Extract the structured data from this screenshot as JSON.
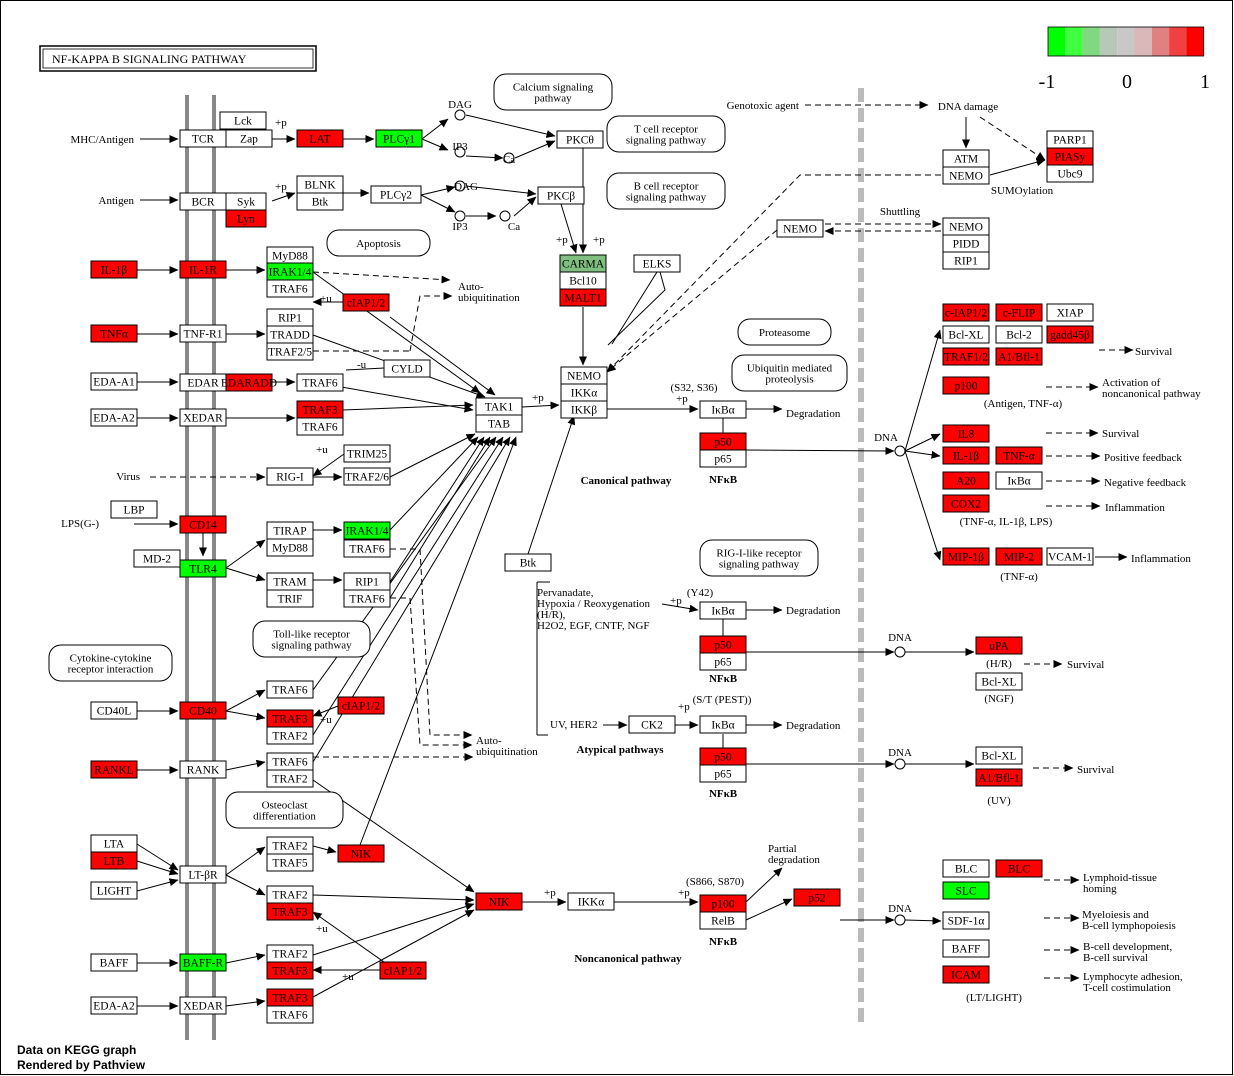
{
  "title": "NF-KAPPA B SIGNALING PATHWAY",
  "legend": {
    "labels": [
      "-1",
      "0",
      "1"
    ],
    "colors": [
      "#00ff00",
      "#40ff40",
      "#80d880",
      "#b8c8b8",
      "#c8c8c8",
      "#d8b8b8",
      "#e08080",
      "#f04040",
      "#ff0000"
    ]
  },
  "footer": {
    "line1": "Data on KEGG graph",
    "line2": "Rendered by Pathview"
  },
  "colors": {
    "up": "#ff0000",
    "down": "#00ff00",
    "weak_down": "#7fbf7f",
    "neutral": "#ffffff",
    "membrane": "#888888",
    "nucleus": "#bbbbbb"
  },
  "boxes": {
    "lck": {
      "label": "Lck",
      "c": "neutral"
    },
    "tcr": {
      "label": "TCR",
      "c": "neutral"
    },
    "zap": {
      "label": "Zap",
      "c": "neutral"
    },
    "lat": {
      "label": "LAT",
      "c": "up"
    },
    "plcg1": {
      "label": "PLCγ1",
      "c": "down"
    },
    "pkct": {
      "label": "PKCθ",
      "c": "neutral"
    },
    "bcr": {
      "label": "BCR",
      "c": "neutral"
    },
    "syk": {
      "label": "Syk",
      "c": "neutral"
    },
    "lyn": {
      "label": "Lyn",
      "c": "up"
    },
    "blnk": {
      "label": "BLNK",
      "c": "neutral"
    },
    "btk1": {
      "label": "Btk",
      "c": "neutral"
    },
    "plcg2": {
      "label": "PLCγ2",
      "c": "neutral"
    },
    "pkcb": {
      "label": "PKCβ",
      "c": "neutral"
    },
    "carma": {
      "label": "CARMA",
      "c": "weak_down"
    },
    "bcl10": {
      "label": "Bcl10",
      "c": "neutral"
    },
    "malt1": {
      "label": "MALT1",
      "c": "up"
    },
    "elks": {
      "label": "ELKS",
      "c": "neutral"
    },
    "il1b_l": {
      "label": "IL-1β",
      "c": "up"
    },
    "il1r": {
      "label": "IL-1R",
      "c": "up"
    },
    "myd88_a": {
      "label": "MyD88",
      "c": "neutral"
    },
    "irak14_a": {
      "label": "IRAK1/4",
      "c": "down"
    },
    "traf6_a": {
      "label": "TRAF6",
      "c": "neutral"
    },
    "ciap12_a": {
      "label": "cIAP1/2",
      "c": "up"
    },
    "tnfa_l": {
      "label": "TNFα",
      "c": "up"
    },
    "tnfr1": {
      "label": "TNF-R1",
      "c": "neutral"
    },
    "rip1_a": {
      "label": "RIP1",
      "c": "neutral"
    },
    "tradd": {
      "label": "TRADD",
      "c": "neutral"
    },
    "traf25": {
      "label": "TRAF2/5",
      "c": "neutral"
    },
    "edaa1": {
      "label": "EDA-A1",
      "c": "neutral"
    },
    "edar": {
      "label": "EDAR",
      "c": "neutral"
    },
    "edaradd": {
      "label": "EDARADD",
      "c": "up"
    },
    "traf6_b": {
      "label": "TRAF6",
      "c": "neutral"
    },
    "cyld": {
      "label": "CYLD",
      "c": "neutral"
    },
    "edaa2_a": {
      "label": "EDA-A2",
      "c": "neutral"
    },
    "xedar_a": {
      "label": "XEDAR",
      "c": "neutral"
    },
    "traf3_a": {
      "label": "TRAF3",
      "c": "up"
    },
    "traf6_c": {
      "label": "TRAF6",
      "c": "neutral"
    },
    "tak1": {
      "label": "TAK1",
      "c": "neutral"
    },
    "tab": {
      "label": "TAB",
      "c": "neutral"
    },
    "trim25": {
      "label": "TRIM25",
      "c": "neutral"
    },
    "rigi": {
      "label": "RIG-I",
      "c": "neutral"
    },
    "traf26": {
      "label": "TRAF2/6",
      "c": "neutral"
    },
    "lbp": {
      "label": "LBP",
      "c": "neutral"
    },
    "cd14": {
      "label": "CD14",
      "c": "up"
    },
    "md2": {
      "label": "MD-2",
      "c": "neutral"
    },
    "tlr4": {
      "label": "TLR4",
      "c": "down"
    },
    "tirap": {
      "label": "TIRAP",
      "c": "neutral"
    },
    "myd88_b": {
      "label": "MyD88",
      "c": "neutral"
    },
    "irak14_b": {
      "label": "IRAK1/4",
      "c": "down"
    },
    "traf6_d": {
      "label": "TRAF6",
      "c": "neutral"
    },
    "tram": {
      "label": "TRAM",
      "c": "neutral"
    },
    "trif": {
      "label": "TRIF",
      "c": "neutral"
    },
    "rip1_b": {
      "label": "RIP1",
      "c": "neutral"
    },
    "traf6_e": {
      "label": "TRAF6",
      "c": "neutral"
    },
    "cd40l": {
      "label": "CD40L",
      "c": "neutral"
    },
    "cd40": {
      "label": "CD40",
      "c": "up"
    },
    "traf6_f": {
      "label": "TRAF6",
      "c": "neutral"
    },
    "traf3_b": {
      "label": "TRAF3",
      "c": "up"
    },
    "traf2_a": {
      "label": "TRAF2",
      "c": "neutral"
    },
    "ciap12_b": {
      "label": "cIAP1/2",
      "c": "up"
    },
    "rankl": {
      "label": "RANKL",
      "c": "up"
    },
    "rank": {
      "label": "RANK",
      "c": "neutral"
    },
    "traf6_g": {
      "label": "TRAF6",
      "c": "neutral"
    },
    "traf2_b": {
      "label": "TRAF2",
      "c": "neutral"
    },
    "lta": {
      "label": "LTA",
      "c": "neutral"
    },
    "ltb": {
      "label": "LTB",
      "c": "up"
    },
    "light": {
      "label": "LIGHT",
      "c": "neutral"
    },
    "ltbr": {
      "label": "LT-βR",
      "c": "neutral"
    },
    "traf2_c": {
      "label": "TRAF2",
      "c": "neutral"
    },
    "traf5": {
      "label": "TRAF5",
      "c": "neutral"
    },
    "traf2_d": {
      "label": "TRAF2",
      "c": "neutral"
    },
    "traf3_c": {
      "label": "TRAF3",
      "c": "up"
    },
    "nik_a": {
      "label": "NIK",
      "c": "up"
    },
    "baff_l": {
      "label": "BAFF",
      "c": "neutral"
    },
    "baffr": {
      "label": "BAFF-R",
      "c": "down"
    },
    "traf2_e": {
      "label": "TRAF2",
      "c": "neutral"
    },
    "traf3_d": {
      "label": "TRAF3",
      "c": "up"
    },
    "ciap12_c": {
      "label": "cIAP1/2",
      "c": "up"
    },
    "edaa2_b": {
      "label": "EDA-A2",
      "c": "neutral"
    },
    "xedar_b": {
      "label": "XEDAR",
      "c": "neutral"
    },
    "traf3_e": {
      "label": "TRAF3",
      "c": "up"
    },
    "traf6_h": {
      "label": "TRAF6",
      "c": "neutral"
    },
    "nik_b": {
      "label": "NIK",
      "c": "up"
    },
    "ikka": {
      "label": "IKKα",
      "c": "neutral"
    },
    "p100_a": {
      "label": "p100",
      "c": "up"
    },
    "relb": {
      "label": "RelB",
      "c": "neutral"
    },
    "p52": {
      "label": "p52",
      "c": "up"
    },
    "nemo_c": {
      "label": "NEMO",
      "c": "neutral"
    },
    "ikka_c": {
      "label": "IKKα",
      "c": "neutral"
    },
    "ikkb_c": {
      "label": "IKKβ",
      "c": "neutral"
    },
    "ikba_1": {
      "label": "IκBα",
      "c": "neutral"
    },
    "p50_1": {
      "label": "p50",
      "c": "up"
    },
    "p65_1": {
      "label": "p65",
      "c": "neutral"
    },
    "btk2": {
      "label": "Btk",
      "c": "neutral"
    },
    "ikba_2": {
      "label": "IκBα",
      "c": "neutral"
    },
    "p50_2": {
      "label": "p50",
      "c": "up"
    },
    "p65_2": {
      "label": "p65",
      "c": "neutral"
    },
    "ck2": {
      "label": "CK2",
      "c": "neutral"
    },
    "ikba_3": {
      "label": "IκBα",
      "c": "neutral"
    },
    "p50_3": {
      "label": "p50",
      "c": "up"
    },
    "p65_3": {
      "label": "p65",
      "c": "neutral"
    },
    "nemo_m": {
      "label": "NEMO",
      "c": "neutral"
    },
    "atm": {
      "label": "ATM",
      "c": "neutral"
    },
    "nemo_n": {
      "label": "NEMO",
      "c": "neutral"
    },
    "parp1": {
      "label": "PARP1",
      "c": "neutral"
    },
    "piasy": {
      "label": "PIASy",
      "c": "up"
    },
    "ubc9": {
      "label": "Ubc9",
      "c": "neutral"
    },
    "nemo_s": {
      "label": "NEMO",
      "c": "neutral"
    },
    "pidd": {
      "label": "PIDD",
      "c": "neutral"
    },
    "rip1_s": {
      "label": "RIP1",
      "c": "neutral"
    },
    "ciap12_t": {
      "label": "c-IAP1/2",
      "c": "up"
    },
    "cflip": {
      "label": "c-FLIP",
      "c": "up"
    },
    "xiap": {
      "label": "XIAP",
      "c": "neutral"
    },
    "bclxl_t": {
      "label": "Bcl-XL",
      "c": "neutral"
    },
    "bcl2": {
      "label": "Bcl-2",
      "c": "neutral"
    },
    "gadd45b": {
      "label": "gadd45β",
      "c": "up"
    },
    "traf12": {
      "label": "TRAF1/2",
      "c": "up"
    },
    "a1bfl1_a": {
      "label": "A1/Bfl-1",
      "c": "up"
    },
    "p100_t": {
      "label": "p100",
      "c": "up"
    },
    "il8": {
      "label": "IL8",
      "c": "up"
    },
    "il1b_t": {
      "label": "IL-1β",
      "c": "up"
    },
    "tnfa_t": {
      "label": "TNF-α",
      "c": "up"
    },
    "a20": {
      "label": "A20",
      "c": "up"
    },
    "ikba_t": {
      "label": "IκBα",
      "c": "neutral"
    },
    "cox2": {
      "label": "COX2",
      "c": "up"
    },
    "mip1b": {
      "label": "MIP-1β",
      "c": "up"
    },
    "mip2": {
      "label": "MIP-2",
      "c": "up"
    },
    "vcam1": {
      "label": "VCAM-1",
      "c": "neutral"
    },
    "upa": {
      "label": "uPA",
      "c": "up"
    },
    "bclxl_b": {
      "label": "Bcl-XL",
      "c": "neutral"
    },
    "bclxl_c": {
      "label": "Bcl-XL",
      "c": "neutral"
    },
    "a1bfl1_b": {
      "label": "A1/Bfl-1",
      "c": "up"
    },
    "blc1": {
      "label": "BLC",
      "c": "neutral"
    },
    "blc2": {
      "label": "BLC",
      "c": "up"
    },
    "slc": {
      "label": "SLC",
      "c": "down"
    },
    "sdf1a": {
      "label": "SDF-1α",
      "c": "neutral"
    },
    "baff_t": {
      "label": "BAFF",
      "c": "neutral"
    },
    "icam": {
      "label": "ICAM",
      "c": "up"
    }
  },
  "pills": {
    "calcium": "Calcium signaling\npathway",
    "tcrp": "T cell receptor\nsignaling pathway",
    "bcrp": "B cell receptor\nsignaling pathway",
    "apoptosis": "Apoptosis",
    "proteasome": "Proteasome",
    "ubiq": "Ubiquitin mediated\nproteolysis",
    "rigp": "RIG-I-like receptor\nsignaling pathway",
    "tollp": "Toll-like receptor\nsignaling pathway",
    "cytokine": "Cytokine-cytokine\nreceptor interaction",
    "osteo": "Osteoclast\ndifferentiation"
  },
  "texts": {
    "mhc": "MHC/Antigen",
    "antigen": "Antigen",
    "virus": "Virus",
    "lps": "LPS(G-)",
    "genotoxic": "Genotoxic agent",
    "dna_damage": "DNA damage",
    "sumo": "SUMOylation",
    "shuttling": "Shuttling",
    "dag1": "DAG",
    "ip3_1": "IP3",
    "ca1": "Ca",
    "dag2": "DAG",
    "ip3_2": "IP3",
    "ca2": "Ca",
    "autoubi1": "Auto-\nubiquitination",
    "autoubi2": "Auto-\nubiquitination",
    "canonical": "Canonical pathway",
    "atypical": "Atypical pathways",
    "noncanonical": "Noncanonical pathway",
    "nfkb1": "NFκB",
    "nfkb2": "NFκB",
    "nfkb3": "NFκB",
    "nfkb4": "NFκB",
    "s32": "(S32, S36)",
    "y42": "(Y42)",
    "stpest": "(S/T (PEST))",
    "s866": "(S866, S870)",
    "degr1": "Degradation",
    "degr2": "Degradation",
    "degr3": "Degradation",
    "partial": "Partial\ndegradation",
    "pervanadate": "Pervanadate,\nHypoxia / Reoxygenation\n(H/R),\nH2O2, EGF, CNTF, NGF",
    "uvher2": "UV, HER2",
    "dna1": "DNA",
    "dna2": "DNA",
    "dna3": "DNA",
    "dna4": "DNA",
    "surv1": "Survival",
    "act_nc": "Activation of\nnoncanonical pathway",
    "antigen_tnf": "(Antigen, TNF-α)",
    "surv2": "Survival",
    "posfb": "Positive feedback",
    "negfb": "Negative feedback",
    "inflam1": "Inflammation",
    "tnf_il_lps": "(TNF-α, IL-1β, LPS)",
    "inflam2": "Inflammation",
    "tnfa_p": "(TNF-α)",
    "hr": "(H/R)",
    "surv3": "Survival",
    "ngf": "(NGF)",
    "surv4": "Survival",
    "uv": "(UV)",
    "lymph": "Lymphoid-tissue\nhoming",
    "myelo": "Myeloiesis and\nB-cell lymphopoiesis",
    "bcelldev": "B-cell development,\nB-cell survival",
    "lympadh": "Lymphocyte adhesion,\nT-cell costimulation",
    "ltlight": "(LT/LIGHT)"
  }
}
